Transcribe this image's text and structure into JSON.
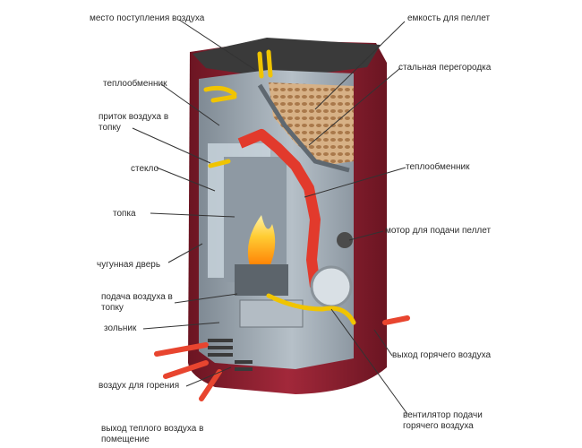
{
  "diagram": {
    "labels_left": [
      {
        "id": "air-inlet",
        "text": "место поступления воздуха"
      },
      {
        "id": "heat-exchanger-top",
        "text": "теплообменник"
      },
      {
        "id": "air-to-firebox",
        "text": "приток воздуха в топку"
      },
      {
        "id": "glass",
        "text": "стекло"
      },
      {
        "id": "firebox",
        "text": "топка"
      },
      {
        "id": "cast-iron-door",
        "text": "чугунная дверь"
      },
      {
        "id": "air-feed-firebox",
        "text": "подача воздуха в топку"
      },
      {
        "id": "ash-box",
        "text": "зольник"
      },
      {
        "id": "combustion-air",
        "text": "воздух для горения"
      },
      {
        "id": "warm-air-out-room",
        "text": "выход теплого воздуха в помещение"
      }
    ],
    "labels_right": [
      {
        "id": "pellet-hopper",
        "text": "емкость для пеллет"
      },
      {
        "id": "steel-partition",
        "text": "стальная перегородка"
      },
      {
        "id": "heat-exchanger-right",
        "text": "теплообменник"
      },
      {
        "id": "pellet-feed-motor",
        "text": "мотор для подачи пеллет"
      },
      {
        "id": "hot-air-out",
        "text": "выход горячего воздуха"
      },
      {
        "id": "hot-air-fan",
        "text": "вентилятор подачи горячего воздуха"
      }
    ],
    "colors": {
      "body": "#8f1f2e",
      "body_dark": "#6b1522",
      "interior": "#9aa4ad",
      "glass": "#b9c6d0",
      "pellets": "#c49a6c",
      "flame": "#ffb000",
      "hot_arrow": "#e8452f",
      "air_arrow": "#f0c400",
      "leader": "#333333"
    }
  }
}
